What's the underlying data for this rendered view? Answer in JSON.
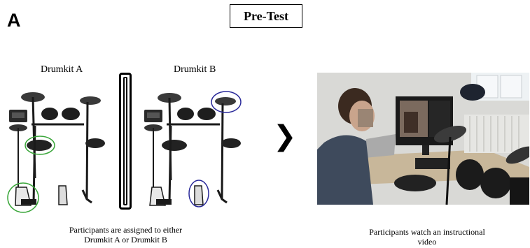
{
  "panel_letter": "A",
  "phase_title": "Pre-Test",
  "kit_a_label": "Drumkit A",
  "kit_b_label": "Drumkit B",
  "caption_left_line1": "Participants are assigned to either",
  "caption_left_line2": "Drumkit A or Drumkit B",
  "caption_right_line1": "Participants watch an instructional",
  "caption_right_line2": "video",
  "highlight_colors": {
    "kit_a": "#3aa63a",
    "kit_b": "#2a2a9a"
  },
  "icons": {
    "arrow": "chevron-right-icon"
  }
}
